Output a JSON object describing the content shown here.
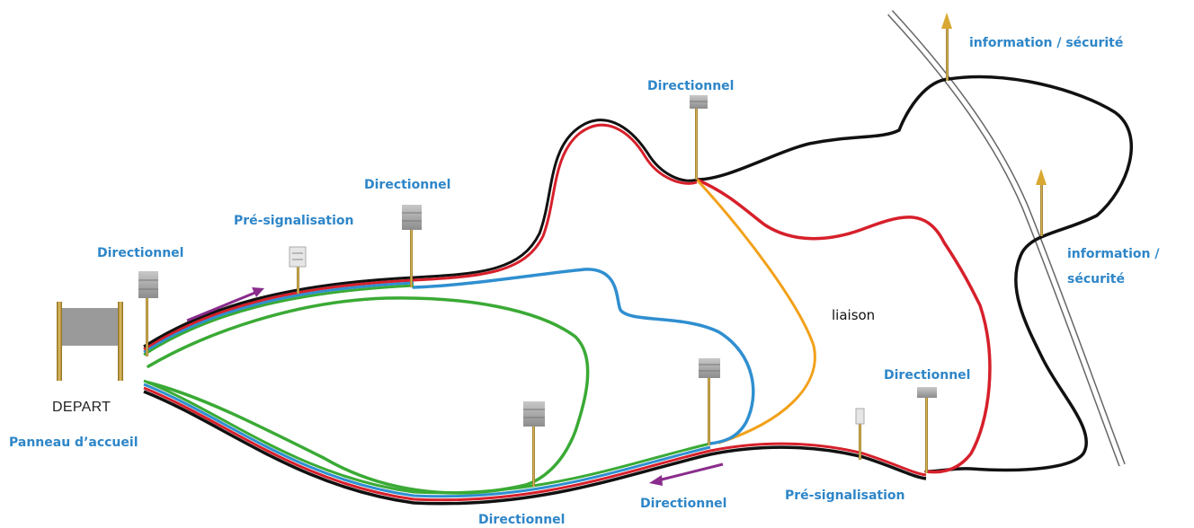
{
  "labels": {
    "info_top": "information / sécurité",
    "info_right_1": "information /",
    "info_right_2": "sécurité",
    "directionnel_center_top": "Directionnel",
    "directionnel_mid_left": "Directionnel",
    "presignal_left": "Pré-signalisation",
    "directionnel_left": "Directionnel",
    "liaison": "liaison",
    "directionnel_right": "Directionnel",
    "depart": "DEPART",
    "panneau": "Panneau d’accueil",
    "directionnel_bottom_mid": "Directionnel",
    "presignal_bottom": "Pré-signalisation",
    "directionnel_bottom": "Directionnel"
  },
  "colors": {
    "black_route": "#111111",
    "red_route": "#d6202b",
    "blue_route": "#2f8fd0",
    "green_route": "#3aaa35",
    "orange_route": "#f2a11a",
    "arrow": "#8a2c8c",
    "label": "#2e86c8",
    "post": "#b8912e",
    "sign": "#a8a8a8"
  },
  "icons": [
    "road-icon",
    "direction-arrow-icon",
    "directional-sign-icon",
    "info-sign-icon",
    "presignal-sign-icon",
    "welcome-panel-icon"
  ]
}
